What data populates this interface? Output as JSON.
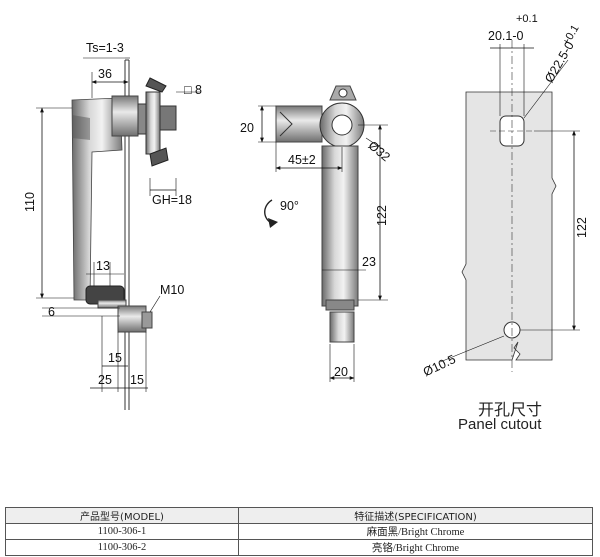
{
  "left_view": {
    "ts": "Ts=1-3",
    "dim_36": "36",
    "dim_8": "□ 8",
    "dim_110": "110",
    "gh": "GH=18",
    "dim_13": "13",
    "m10": "M10",
    "dim_6": "6",
    "dim_15a": "15",
    "dim_25": "25",
    "dim_15b": "15"
  },
  "middle_view": {
    "dim_20_top": "20",
    "dia_32": "Ø32",
    "dim_45": "45±2",
    "rot_90": "90°",
    "dim_122": "122",
    "dim_23": "23",
    "dim_20_bottom": "20"
  },
  "cutout_view": {
    "tol_top": "+0.1",
    "dim_20_1": "20.1-0",
    "dia_22_5": "Ø22.5-0",
    "tol_dia": "+0.1",
    "dim_122": "122",
    "dia_10_5": "Ø10.5",
    "caption_cn": "开孔尺寸",
    "caption_en": "Panel cutout"
  },
  "spec_table": {
    "header_model": "产品型号(MODEL)",
    "header_spec": "特征描述(SPECIFICATION)",
    "rows": [
      {
        "model": "1100-306-1",
        "spec": "麻面黑/Bright Chrome"
      },
      {
        "model": "1100-306-2",
        "spec": "亮铬/Bright Chrome"
      }
    ]
  }
}
